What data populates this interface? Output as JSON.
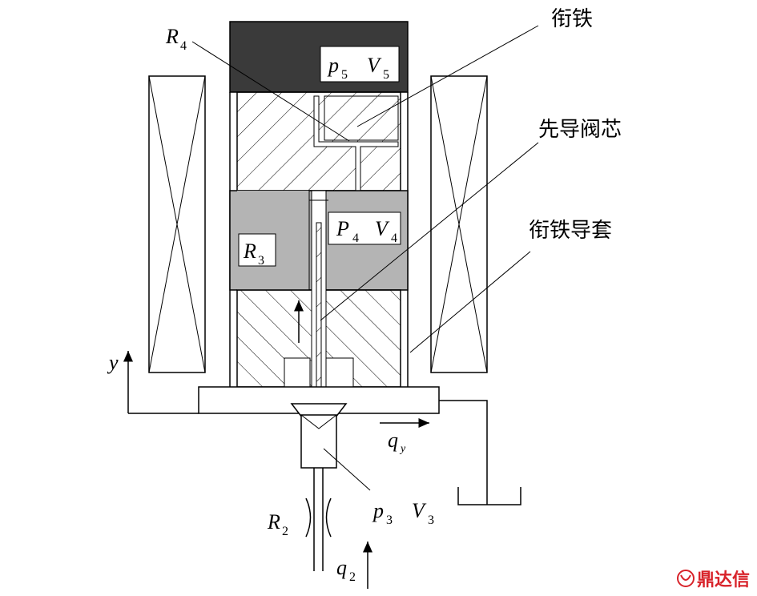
{
  "labels": {
    "armature": "衔铁",
    "pilot_valve_core": "先导阀芯",
    "armature_guide_sleeve": "衔铁导套",
    "R4": {
      "sym": "R",
      "sub": "4"
    },
    "R3": {
      "sym": "R",
      "sub": "3"
    },
    "R2": {
      "sym": "R",
      "sub": "2"
    },
    "p5": {
      "sym": "p",
      "sub": "5"
    },
    "V5": {
      "sym": "V",
      "sub": "5"
    },
    "P4": {
      "sym": "P",
      "sub": "4"
    },
    "V4": {
      "sym": "V",
      "sub": "4"
    },
    "p3": {
      "sym": "p",
      "sub": "3"
    },
    "V3": {
      "sym": "V",
      "sub": "3"
    },
    "qy": {
      "sym": "q",
      "sub": "y"
    },
    "q2": {
      "sym": "q",
      "sub": "2"
    },
    "y_axis": "y"
  },
  "watermark": {
    "text": "鼎达信"
  },
  "colors": {
    "line": "#000000",
    "top_cap": "#3a3a3a",
    "chamber": "#b4b4b4",
    "watermark": "#d8232a"
  }
}
